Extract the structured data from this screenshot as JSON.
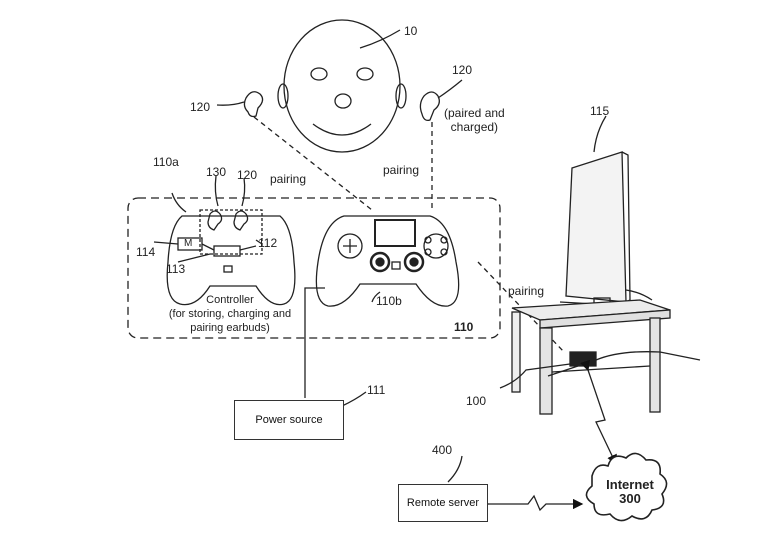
{
  "figure": {
    "labels": {
      "user": "10",
      "earbud_left": "120",
      "earbud_right": "120",
      "earbud_status": "(paired and\ncharged)",
      "tv": "115",
      "pairing_left": "pairing",
      "pairing_right": "pairing",
      "pairing_tv": "pairing",
      "controller_a": "110a",
      "compartment": "130",
      "earbud_slot": "120",
      "module": "114",
      "component_112": "112",
      "component_113": "113",
      "module_m": "M",
      "controller_b": "110b",
      "controller_group": "110",
      "power_ref": "111",
      "console_ref": "100",
      "server_ref": "400"
    },
    "controller_caption": [
      "Controller",
      "(for storing, charging and",
      "pairing earbuds)"
    ],
    "power_source": "Power source",
    "remote_server": "Remote server",
    "internet": {
      "name": "Internet",
      "number": "300"
    }
  }
}
